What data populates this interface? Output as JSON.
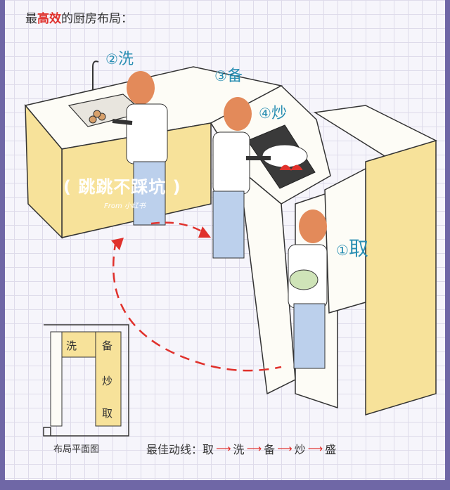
{
  "title": {
    "prefix": "最",
    "highlight": "高效",
    "suffix": "的厨房布局："
  },
  "steps": [
    {
      "num": "②",
      "label": "洗"
    },
    {
      "num": "③",
      "label": "备"
    },
    {
      "num": "④",
      "label": "炒"
    },
    {
      "num": "①",
      "label": "取"
    }
  ],
  "watermark": {
    "main": "( 跳跳不踩坑 )",
    "sub": "From 小红书"
  },
  "plan": {
    "caption": "布局平面图",
    "labels": {
      "wash": "洗",
      "prep": "备",
      "fry": "炒",
      "take": "取"
    }
  },
  "flow": {
    "label": "最佳动线：",
    "sequence": [
      "取",
      "洗",
      "备",
      "炒",
      "盛"
    ],
    "arrow": "⟶"
  },
  "colors": {
    "accent": "#e0312c",
    "counter": "#f7e29a",
    "step_text": "#2a8fb3",
    "frame": "#6f67a6",
    "hair": "#e38a5a",
    "pants": "#bcd0ec"
  }
}
